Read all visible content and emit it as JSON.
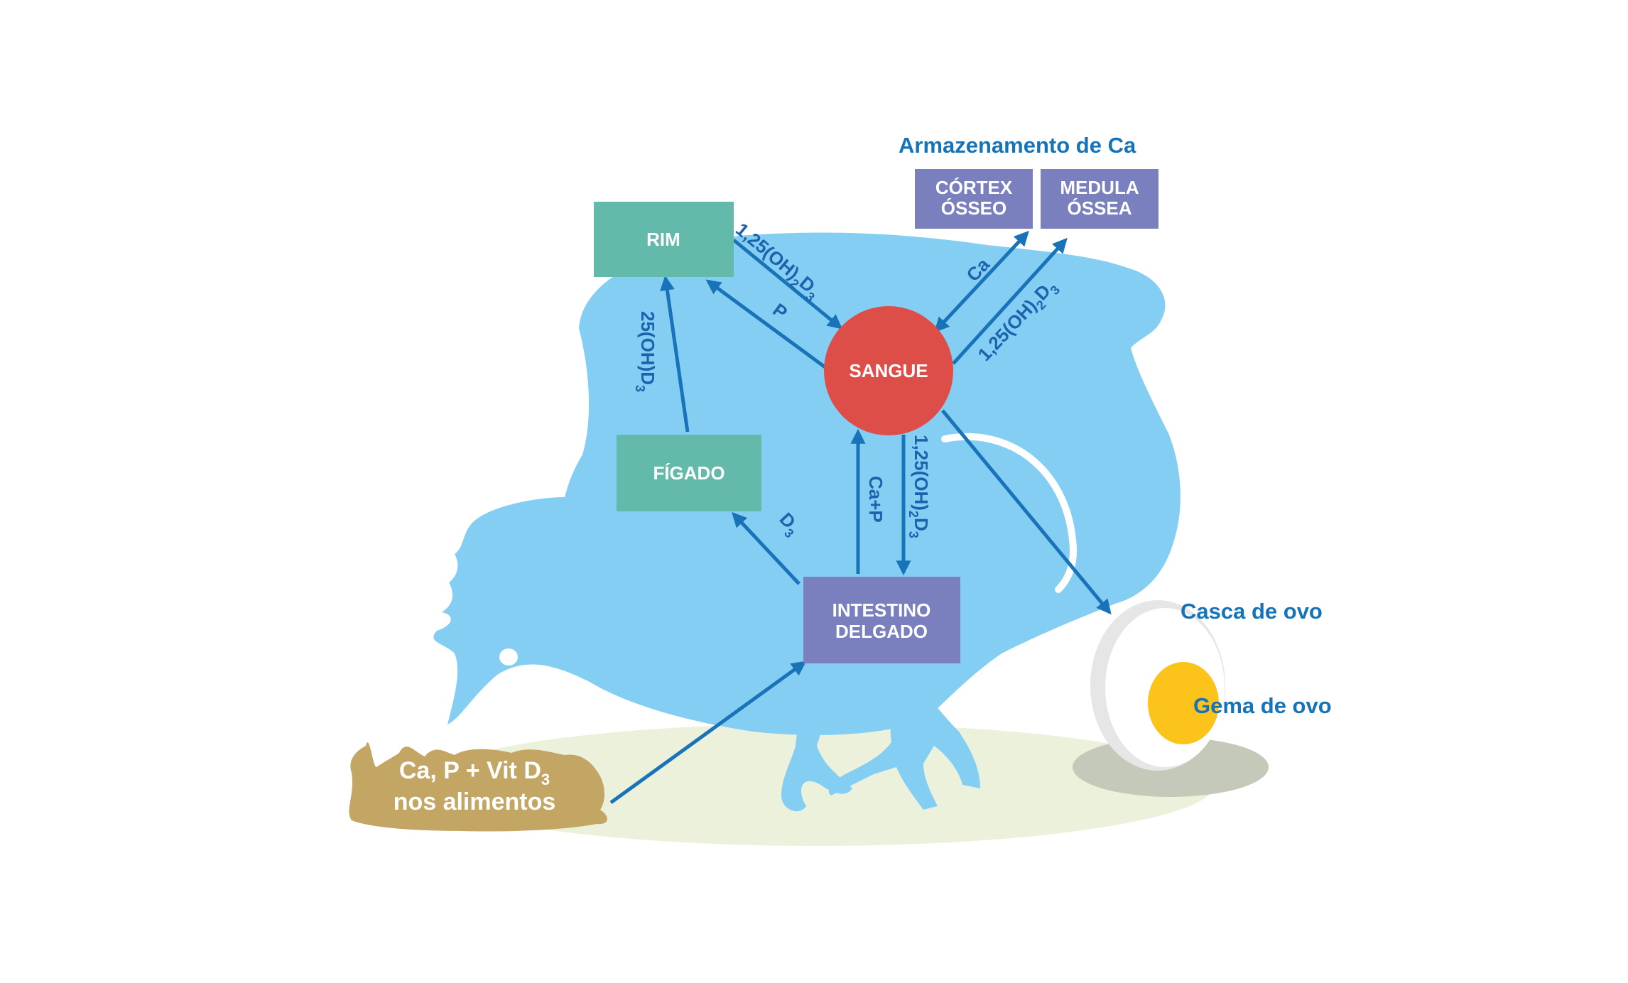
{
  "storage_heading": "Armazenamento de Ca",
  "nodes": {
    "rim": "RIM",
    "figado": "FÍGADO",
    "sangue": "SANGUE",
    "intestino": [
      "INTESTINO",
      "DELGADO"
    ],
    "cortex": [
      "CÓRTEX",
      "ÓSSEO"
    ],
    "medula": [
      "MEDULA",
      "ÓSSEA"
    ]
  },
  "food": {
    "line1_main": "Ca, P + Vit D",
    "line1_sub": "3",
    "line2": "nos alimentos"
  },
  "arrows": {
    "d3": {
      "main": "D",
      "sub": "3"
    },
    "ca_p": "Ca+P",
    "p": "P",
    "ca": "Ca",
    "oh25": {
      "main": "25(OH)D",
      "sub": "3"
    },
    "oh125": {
      "a": "1,25(OH)",
      "b": "D",
      "sub": "2",
      "sub2": "3"
    }
  },
  "egg": {
    "shell": "Casca de ovo",
    "yolk": "Gema de ovo"
  },
  "colors": {
    "hen": "#84cef4",
    "ground": "#ecf1dc",
    "teal_box": "#63b9aa",
    "purple_box": "#7a7fbd",
    "blood": "#dc4e47",
    "arrow": "#1873b8",
    "food": "#c4a664",
    "yolk": "#fcc31a",
    "egg_shadow": "#c5c9ba"
  }
}
